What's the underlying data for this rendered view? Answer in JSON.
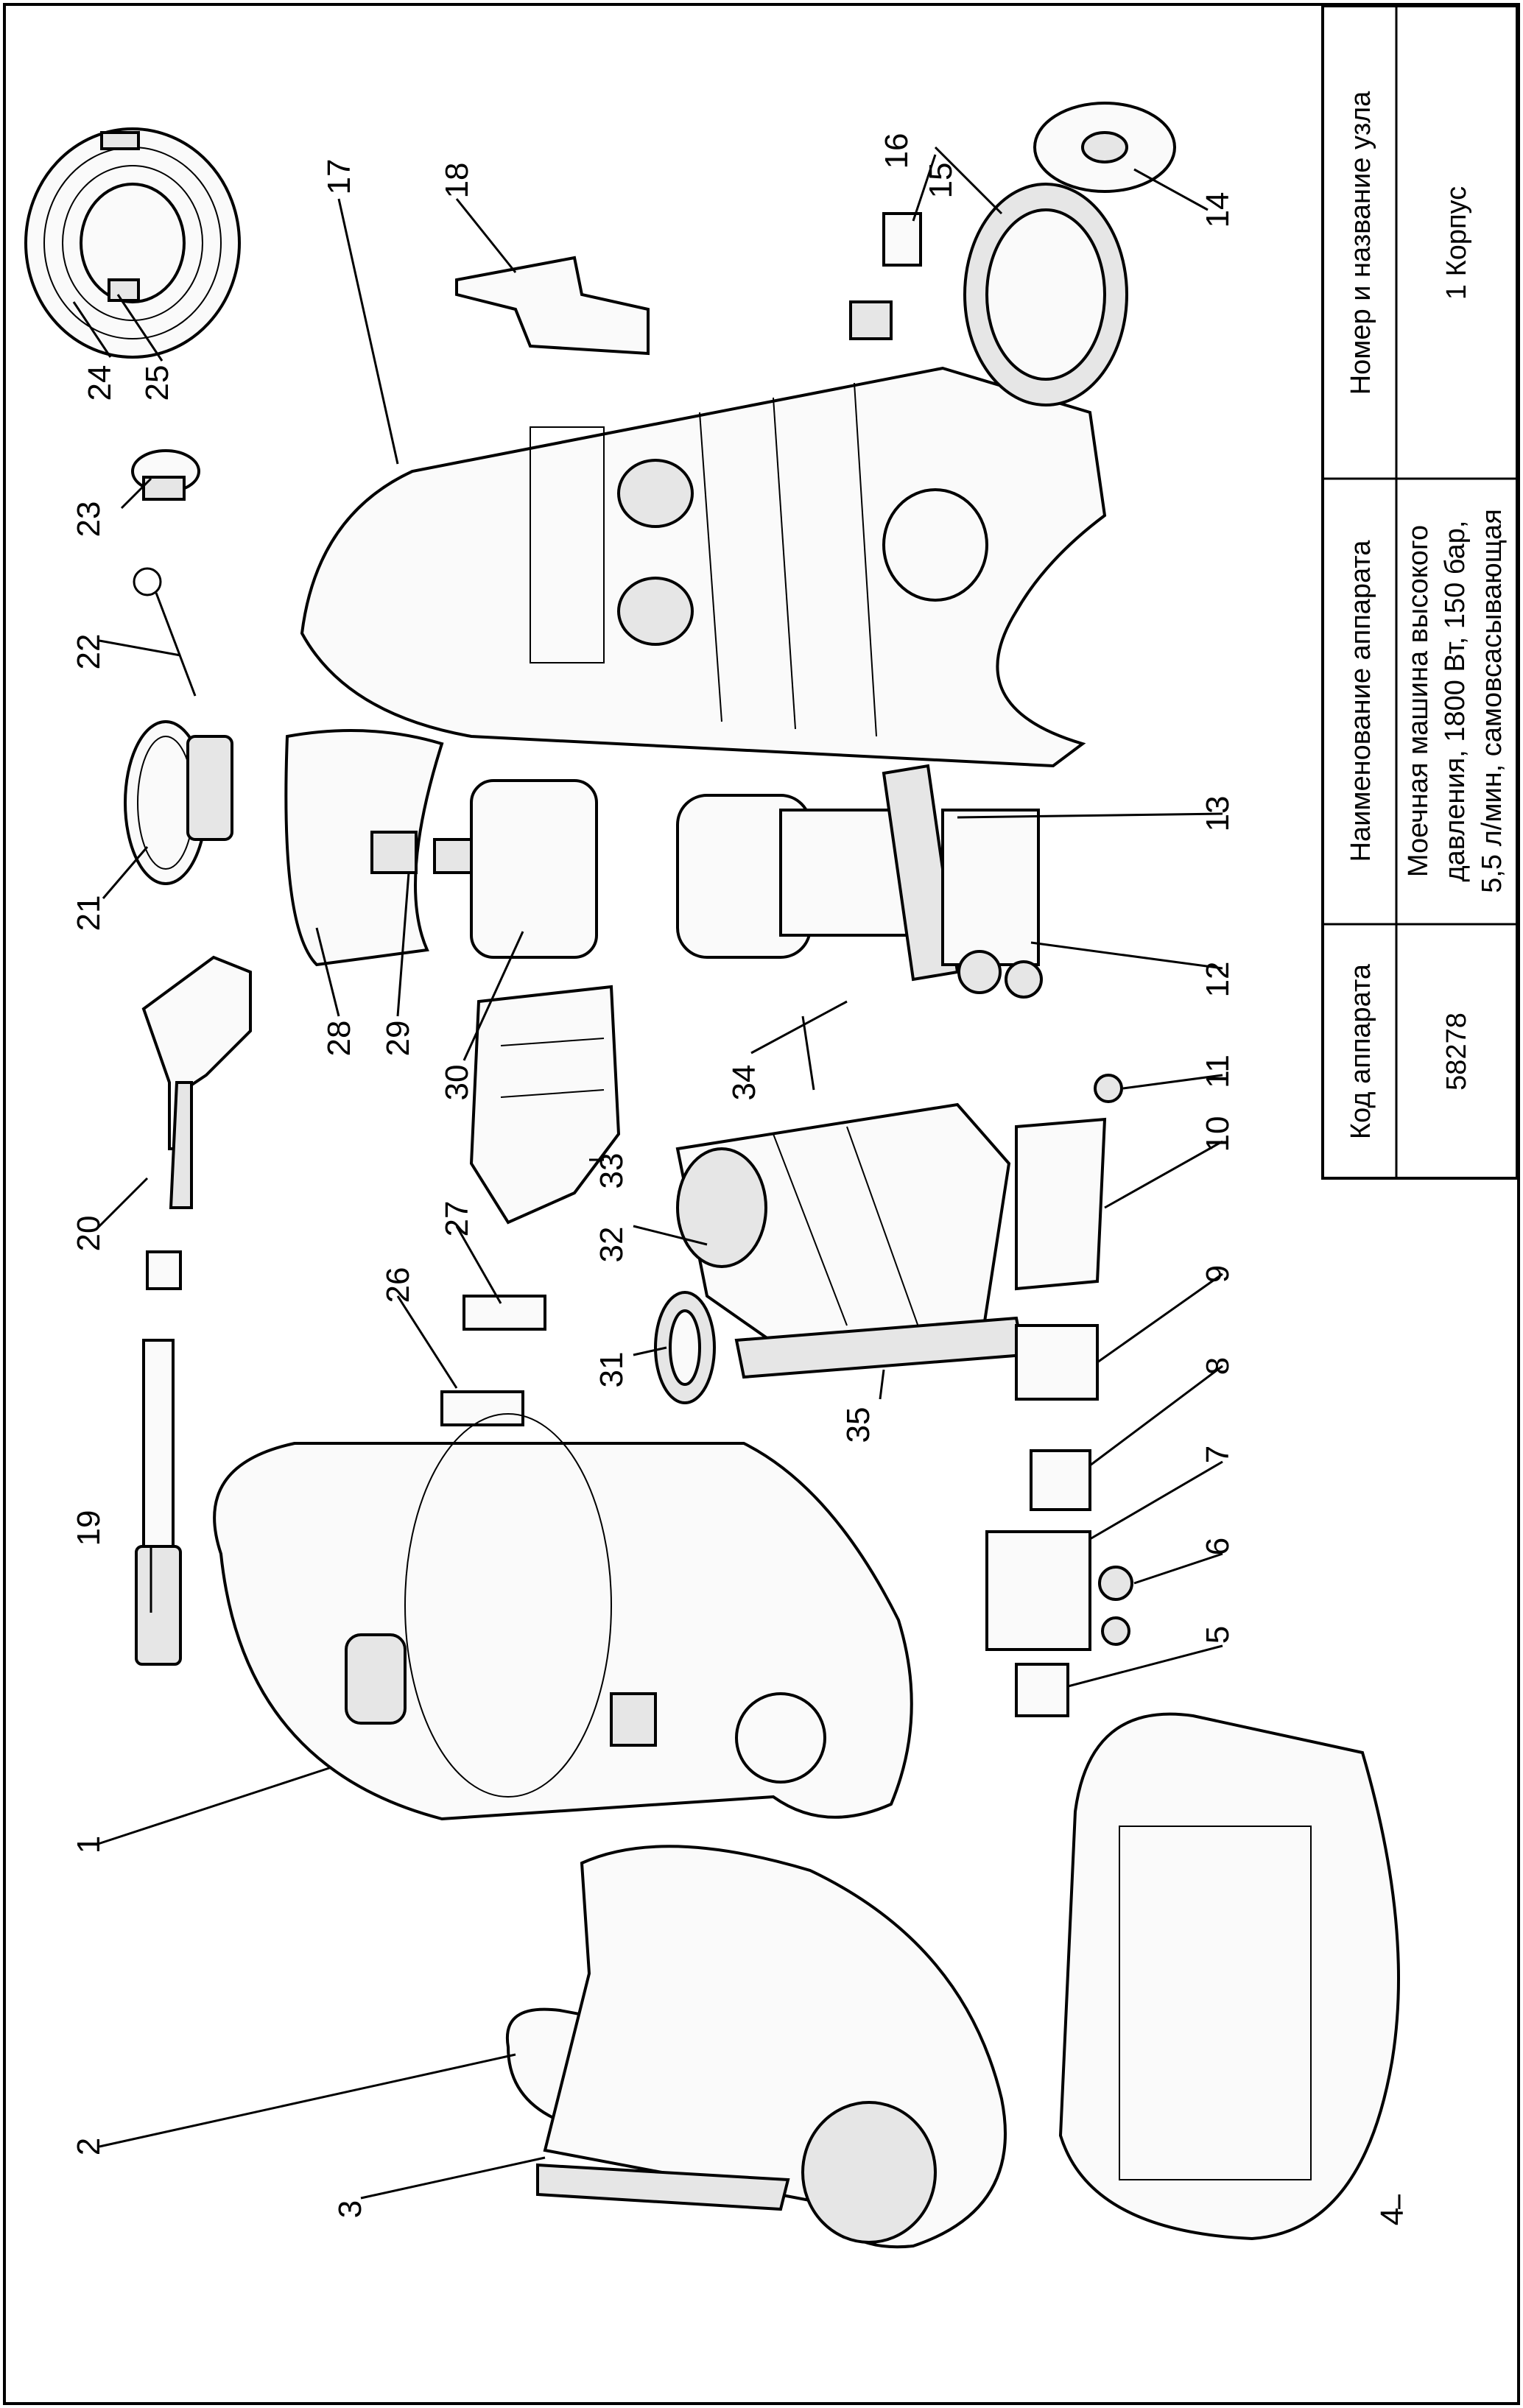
{
  "table": {
    "headers": {
      "code": "Код аппарата",
      "model_name": "Наименование аппарата",
      "assembly": "Номер и название узла"
    },
    "row": {
      "code": "58278",
      "model_lines": [
        "Моечная машина высокого",
        "давления, 1800 Вт, 150 бар,",
        "5,5 л/мин, самовсасывающая"
      ],
      "assembly": "1 Корпус"
    }
  },
  "callouts": [
    "1",
    "2",
    "3",
    "4",
    "5",
    "6",
    "7",
    "8",
    "9",
    "10",
    "11",
    "12",
    "13",
    "14",
    "15",
    "16",
    "17",
    "18",
    "19",
    "20",
    "21",
    "22",
    "23",
    "24",
    "25",
    "26",
    "27",
    "28",
    "29",
    "30",
    "31",
    "32",
    "33",
    "34",
    "35"
  ]
}
